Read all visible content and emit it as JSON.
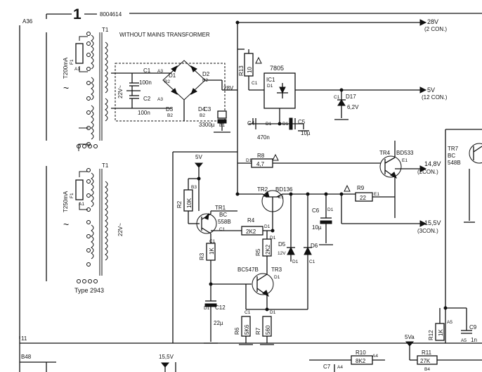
{
  "header": {
    "number": "1",
    "code": "8004614",
    "page_ref_top": "A36",
    "page_ref_mid": "11",
    "page_ref_bottom": "B48"
  },
  "note": "WITHOUT MAINS TRANSFORMER",
  "transformer_top": {
    "fuse_label": "T200mA",
    "fuse_ref": "F1",
    "fuse_pos": "A1",
    "name": "T1",
    "secondary": "22V~"
  },
  "transformer_bottom": {
    "fuse_label": "T250mA",
    "fuse_ref": "F1",
    "fuse_pos": "A1",
    "name": "T1",
    "secondary": "22V~",
    "type": "Type 2943"
  },
  "ac_symbol": "~",
  "caps": {
    "c1": {
      "ref": "C1",
      "pos": "A3",
      "value": "100n"
    },
    "c2": {
      "ref": "C2",
      "pos": "A3",
      "value": "100n"
    },
    "c3": {
      "ref": "C3",
      "pos": "B1",
      "value": "3300µ"
    },
    "c4": {
      "ref": "C4",
      "pos": "D1",
      "value": "470n"
    },
    "c5": {
      "ref": "C5",
      "pos": "D1",
      "value": "10µ"
    },
    "c6": {
      "ref": "C6",
      "pos": "D1",
      "value": "10µ"
    },
    "c7": {
      "ref": "C7",
      "pos": "A4"
    },
    "c9": {
      "ref": "C9",
      "pos": "A5",
      "value": "1n"
    },
    "c12": {
      "ref": "C12",
      "pos": "D1",
      "value": "22µ"
    },
    "c1b": {
      "ref": "C1"
    }
  },
  "diodes": {
    "d1": {
      "ref": "D1",
      "pos": "B2"
    },
    "d2": {
      "ref": "D2",
      "pos": "B2"
    },
    "d3": {
      "ref": "D3",
      "pos": "B2"
    },
    "d4": {
      "ref": "D4",
      "pos": "B2"
    },
    "d5": {
      "ref": "D5",
      "value": "12V",
      "pos": "D1"
    },
    "d6": {
      "ref": "D6",
      "pos": "C1"
    },
    "d17": {
      "ref": "D17",
      "value": "6,2V"
    }
  },
  "resistors": {
    "r2": {
      "ref": "R2",
      "value": "10K",
      "pos": "B3"
    },
    "r3": {
      "ref": "R3",
      "value": "1K",
      "pos": "C1"
    },
    "r4": {
      "ref": "R4",
      "value": "2K2",
      "pos": "D1"
    },
    "r5": {
      "ref": "R5",
      "value": "2K2",
      "pos": "D1"
    },
    "r6": {
      "ref": "R6",
      "value": "5K6",
      "pos": "C1"
    },
    "r7": {
      "ref": "R7",
      "value": "560",
      "pos": "D1"
    },
    "r8": {
      "ref": "R8",
      "value": "4,7",
      "pos": "D1"
    },
    "r9": {
      "ref": "R9",
      "value": "22",
      "pos": "E1"
    },
    "r10": {
      "ref": "R10",
      "value": "8K2",
      "pos": "A4"
    },
    "r11": {
      "ref": "R11",
      "value": "27K",
      "pos": "B4"
    },
    "r12": {
      "ref": "R12",
      "value": "1K",
      "pos": "A5"
    },
    "r13": {
      "ref": "R13",
      "value": "10",
      "pos": "C1"
    }
  },
  "ic1": {
    "name": "7805",
    "ref": "IC1",
    "pos": "D1"
  },
  "transistors": {
    "tr1": {
      "ref": "TR1",
      "type1": "BC",
      "type2": "558B",
      "pos": "C1"
    },
    "tr2": {
      "ref": "TR2",
      "type": "BD136",
      "pos": "E1"
    },
    "tr3": {
      "ref": "TR3",
      "type": "BC547B",
      "pos": "D1"
    },
    "tr4": {
      "ref": "TR4",
      "type": "BD533",
      "pos": "E1"
    },
    "tr7": {
      "ref": "TR7",
      "type1": "BC",
      "type2": "548B"
    }
  },
  "outputs": {
    "v28": {
      "value": "28V",
      "note": "(2 CON.)"
    },
    "v5": {
      "value": "5V",
      "note": "(12 CON.)"
    },
    "v148": {
      "value": "14,8V",
      "note": "(2CON.)"
    },
    "v155": {
      "value": "15,5V",
      "note": "(3CON.)"
    }
  },
  "nodes": {
    "bus28": "28V",
    "v5": "5V",
    "v155": "15,5V",
    "v5a": "5Va"
  }
}
